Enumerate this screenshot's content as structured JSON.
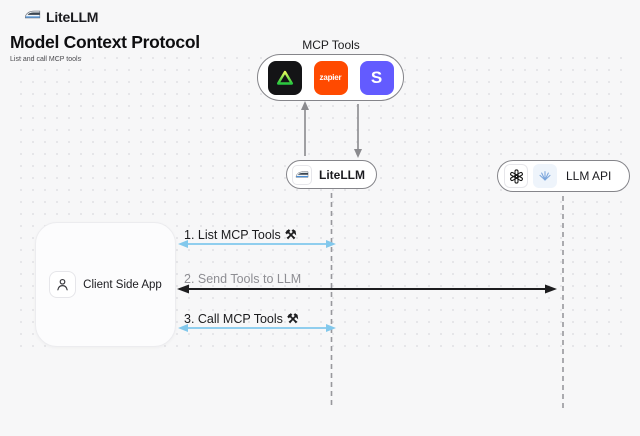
{
  "header": {
    "brand": "LiteLLM",
    "title": "Model Context Protocol",
    "subtitle": "List and call MCP tools"
  },
  "mcp": {
    "label": "MCP Tools",
    "zapier_text": "zapier",
    "stripe_text": "S"
  },
  "nodes": {
    "litellm": "LiteLLM",
    "llm_api": "LLM API",
    "client": "Client Side App"
  },
  "steps": {
    "step1": "1. List MCP Tools",
    "step2": "2. Send Tools to LLM",
    "step3": "3. Call MCP Tools",
    "tools_icon": "⚒"
  },
  "colors": {
    "accent_blue": "#82c8ec",
    "arrow_dark": "#1d1d1f",
    "arrow_gray": "#8a8a8e",
    "zapier_orange": "#ff4a00",
    "stripe_purple": "#635bff",
    "triangle_green": "#2fcf4d",
    "openai_black": "#191919",
    "provider_blue": "#7ca6dc"
  }
}
